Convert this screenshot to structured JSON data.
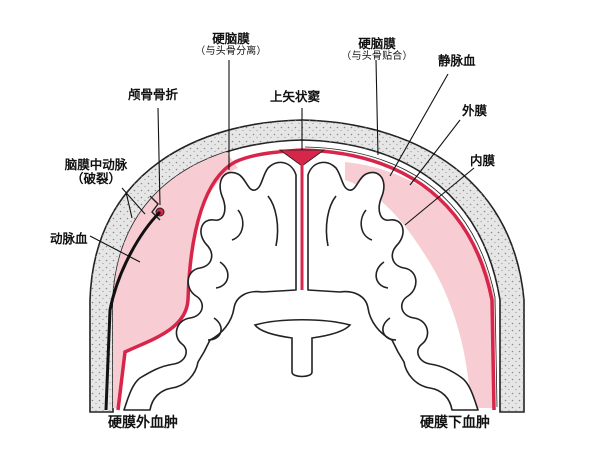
{
  "labels": {
    "dura_left": "硬脑膜",
    "dura_left_note": "（与头骨分离）",
    "dura_right": "硬脑膜",
    "dura_right_note": "（与头骨贴合）",
    "skull_fracture": "颅骨骨折",
    "sagittal_sinus": "上矢状窦",
    "venous_blood": "静脉血",
    "outer_membrane": "外膜",
    "inner_membrane": "内膜",
    "meningeal_artery": "脑膜中动脉",
    "meningeal_artery_note": "（破裂）",
    "arterial_blood": "动脉血",
    "epidural_hematoma": "硬膜外血肿",
    "subdural_hematoma": "硬膜下血肿"
  },
  "colors": {
    "blood_fill": "#f7cdd3",
    "dura_red": "#d8254a",
    "skull_fill": "#e4e4e4",
    "line": "#222222"
  }
}
